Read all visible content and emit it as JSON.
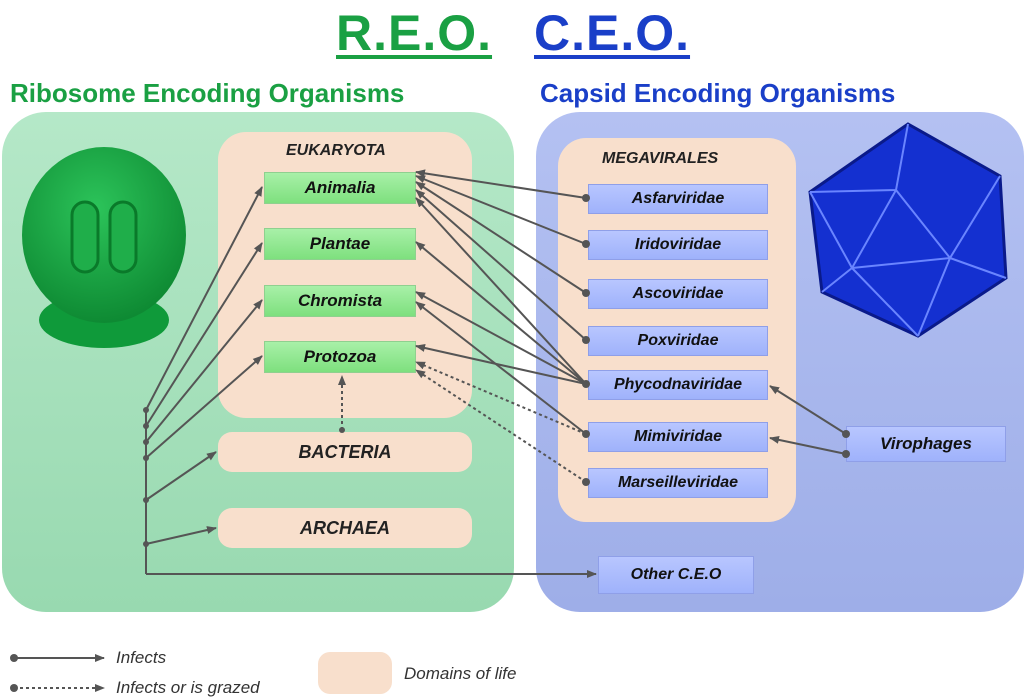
{
  "header": {
    "reo_title": "R.E.O.",
    "ceo_title": "C.E.O.",
    "reo_subtitle": "Ribosome Encoding Organisms",
    "ceo_subtitle": "Capsid Encoding Organisms"
  },
  "colors": {
    "reo_green": "#1aa043",
    "ceo_blue": "#1a3fc8",
    "reo_panel": "#a9e2bf",
    "ceo_panel": "#aab8ee",
    "domain_fill": "#f8dfcc",
    "kingdom_fill": "#8ee68e",
    "family_fill": "#a7b8fb"
  },
  "reo": {
    "eukaryota_label": "EUKARYOTA",
    "kingdoms": [
      "Animalia",
      "Plantae",
      "Chromista",
      "Protozoa"
    ],
    "bacteria_label": "BACTERIA",
    "archaea_label": "ARCHAEA",
    "icon": "ribosome-icon"
  },
  "ceo": {
    "megavirales_label": "MEGAVIRALES",
    "families": [
      "Asfarviridae",
      "Iridoviridae",
      "Ascoviridae",
      "Poxviridae",
      "Phycodnaviridae",
      "Mimiviridae",
      "Marseilleviridae"
    ],
    "virophages_label": "Virophages",
    "other_ceo_label": "Other C.E.O",
    "icon": "capsid-icosahedron-icon"
  },
  "legend": {
    "infects": "Infects",
    "infects_or_grazed": "Infects or is grazed",
    "domains_of_life": "Domains of life"
  }
}
